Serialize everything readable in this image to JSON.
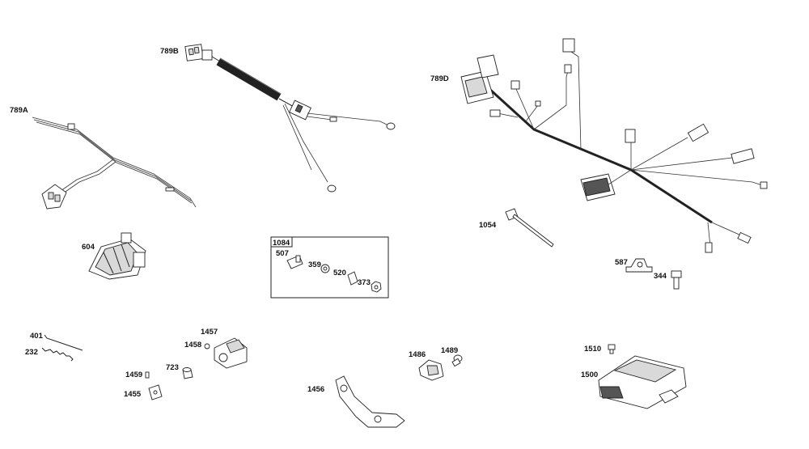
{
  "parts": [
    {
      "id": "p789A",
      "label": "789A",
      "name": "wiring harness"
    },
    {
      "id": "p789B",
      "label": "789B",
      "name": "wiring harness"
    },
    {
      "id": "p789D",
      "label": "789D",
      "name": "main wiring harness"
    },
    {
      "id": "p604",
      "label": "604"
    },
    {
      "id": "p1084",
      "label": "1084"
    },
    {
      "id": "p507",
      "label": "507"
    },
    {
      "id": "p359",
      "label": "359"
    },
    {
      "id": "p520",
      "label": "520"
    },
    {
      "id": "p373",
      "label": "373"
    },
    {
      "id": "p1054",
      "label": "1054"
    },
    {
      "id": "p587",
      "label": "587"
    },
    {
      "id": "p344",
      "label": "344"
    },
    {
      "id": "p401",
      "label": "401"
    },
    {
      "id": "p232",
      "label": "232"
    },
    {
      "id": "p1457",
      "label": "1457"
    },
    {
      "id": "p1458",
      "label": "1458"
    },
    {
      "id": "p723",
      "label": "723"
    },
    {
      "id": "p1459",
      "label": "1459"
    },
    {
      "id": "p1455",
      "label": "1455"
    },
    {
      "id": "p1456",
      "label": "1456"
    },
    {
      "id": "p1486",
      "label": "1486"
    },
    {
      "id": "p1489",
      "label": "1489"
    },
    {
      "id": "p1510",
      "label": "1510"
    },
    {
      "id": "p1500",
      "label": "1500"
    }
  ]
}
